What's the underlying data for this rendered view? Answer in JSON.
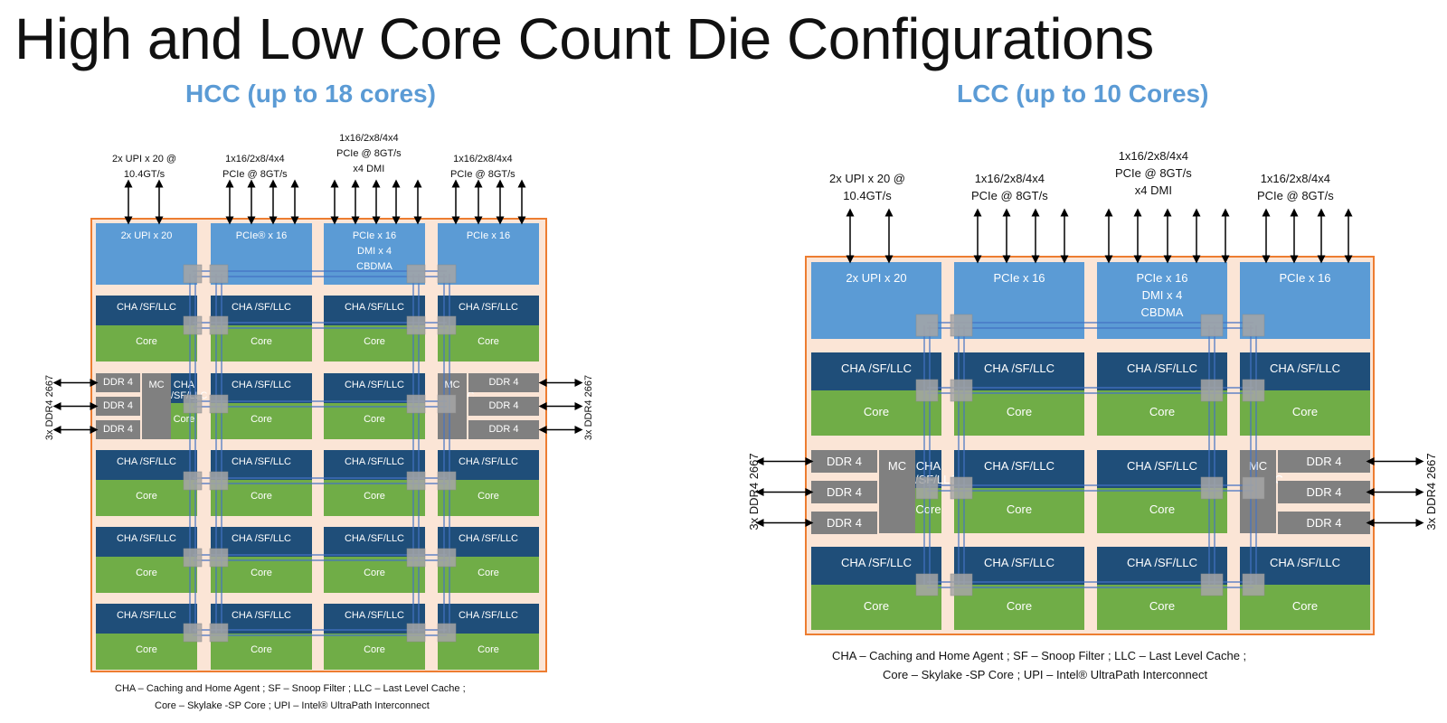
{
  "title": "High and Low Core Count Die Configurations",
  "hcc": {
    "subtitle": "HCC (up to 18 cores)",
    "io_top": [
      {
        "label": "2x UPI x 20",
        "ext": "2x UPI x 20 @\n10.4GT/s"
      },
      {
        "label": "PCIe® x 16",
        "ext": "1x16/2x8/4x4\nPCIe @ 8GT/s"
      },
      {
        "label": "PCIe x 16\nDMI x 4\nCBDMA",
        "ext": "1x16/2x8/4x4\nPCIe @ 8GT/s\nx4 DMI"
      },
      {
        "label": "PCIe x 16",
        "ext": "1x16/2x8/4x4\nPCIe @ 8GT/s"
      }
    ],
    "cha_label": "CHA /SF/LLC",
    "core_label": "Core",
    "ddr_label": "DDR 4",
    "mc_label": "MC",
    "side_label": "3x DDR4 2667",
    "legend_line1": "CHA – Caching and Home Agent     ; SF – Snoop Filter   ; LLC – Last Level Cache     ;",
    "legend_line2": "Core – Skylake -SP Core  ; UPI – Intel® UltraPath Interconnect"
  },
  "lcc": {
    "subtitle": "LCC (up to 10 Cores)",
    "io_top": [
      {
        "label": "2x UPI x 20",
        "ext": "2x UPI x 20 @\n10.4GT/s"
      },
      {
        "label": "PCIe x 16",
        "ext": "1x16/2x8/4x4\nPCIe @ 8GT/s"
      },
      {
        "label": "PCIe x 16\nDMI x 4\nCBDMA",
        "ext": "1x16/2x8/4x4\nPCIe @ 8GT/s\nx4 DMI"
      },
      {
        "label": "PCIe x 16",
        "ext": "1x16/2x8/4x4\nPCIe @ 8GT/s"
      }
    ],
    "cha_label": "CHA /SF/LLC",
    "core_label": "Core",
    "ddr_label": "DDR 4",
    "mc_label": "MC",
    "side_label": "3x DDR4 2667",
    "legend_line1": "CHA – Caching and Home Agent     ; SF – Snoop Filter    ; LLC – Last Level Cache     ;",
    "legend_line2": "Core – Skylake -SP Core  ; UPI – Intel® UltraPath Interconnect"
  },
  "colors": {
    "io": "#5b9bd5",
    "cha": "#1f4e79",
    "core": "#70ad47",
    "ddr": "#808080",
    "die_fill": "#fbe5d6",
    "die_border": "#ed7d31",
    "mesh": "#4472c4",
    "subtitle": "#5b9bd5"
  }
}
